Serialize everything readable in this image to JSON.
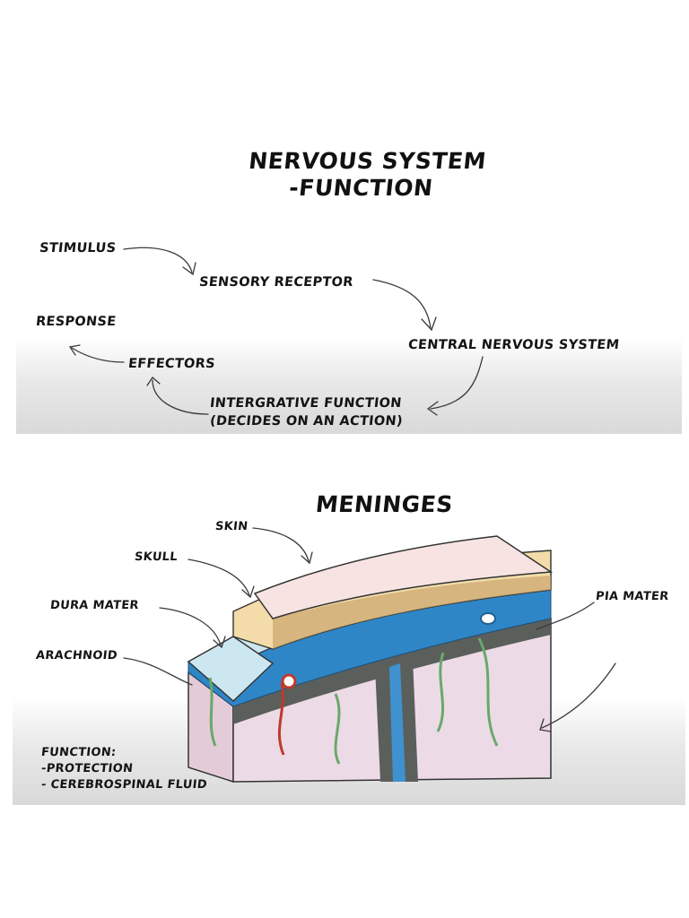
{
  "panel1": {
    "title_line1": "NERVOUS SYSTEM",
    "title_line2": "-FUNCTION",
    "stimulus": "STIMULUS",
    "sensory_receptor": "SENSORY RECEPTOR",
    "response": "RESPONSE",
    "central_nervous_system": "CENTRAL NERVOUS SYSTEM",
    "effectors": "EFFECTORS",
    "integrative_line1": "INTERGRATIVE FUNCTION",
    "integrative_line2": "(DECIDES ON AN ACTION)"
  },
  "panel2": {
    "title": "MENINGES",
    "skin": "SKIN",
    "skull": "SKULL",
    "dura_mater": "DURA MATER",
    "pia_mater": "PIA MATER",
    "arachnoid": "ARACHNOID",
    "function_heading": "FUNCTION:",
    "function_item1": "-PROTECTION",
    "function_item2": "- CEREBROSPINAL FLUID"
  },
  "icons": {
    "corner": "info-icon"
  },
  "colors": {
    "skin": "#f7e4e2",
    "skull": "#f3dcaa",
    "dura": "#cde7f0",
    "csf": "#1f7fc0",
    "brain": "#ecdbe6",
    "gray_matter": "#5b5f5c",
    "vessels": "#6aa86a"
  }
}
